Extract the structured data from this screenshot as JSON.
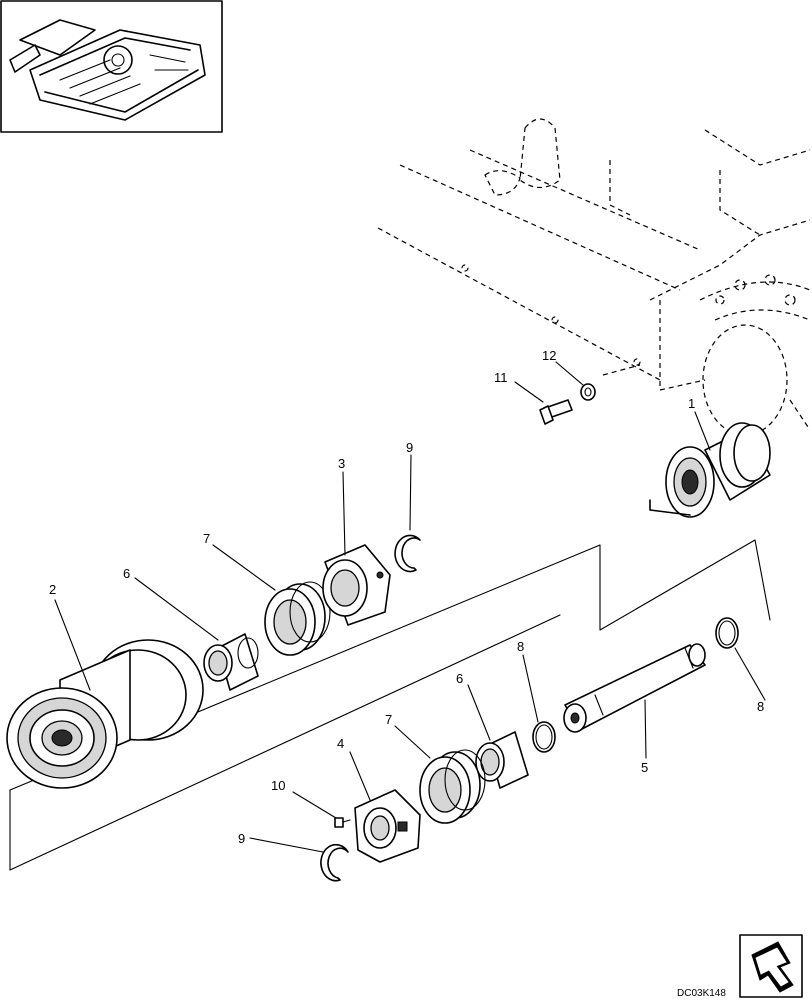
{
  "drawing_code": "DC03K148",
  "callouts": {
    "c1": "1",
    "c2": "2",
    "c3": "3",
    "c4": "4",
    "c5": "5",
    "c6a": "6",
    "c6b": "6",
    "c7a": "7",
    "c7b": "7",
    "c8a": "8",
    "c8b": "8",
    "c9a": "9",
    "c9b": "9",
    "c10": "10",
    "c11": "11",
    "c12": "12"
  },
  "icons": {
    "inset": "machine-locator-inset",
    "arrow": "next-page-arrow-icon"
  }
}
